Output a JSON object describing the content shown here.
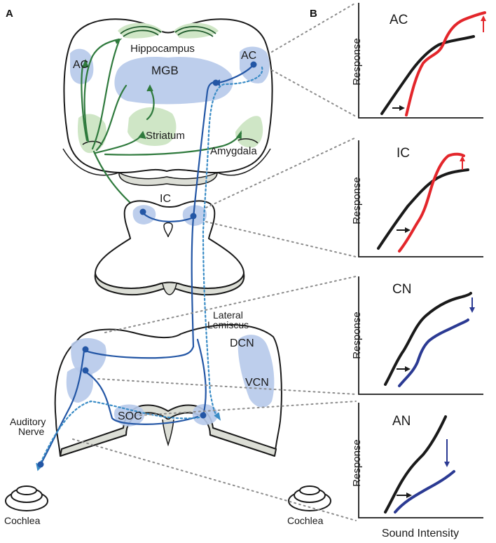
{
  "panels": {
    "a": "A",
    "b": "B"
  },
  "labels": {
    "hippocampus": "Hippocampus",
    "ac_left": "AC",
    "ac_right": "AC",
    "mgb": "MGB",
    "striatum": "Striatum",
    "amygdala": "Amygdala",
    "ic": "IC",
    "lateral": "Lateral",
    "lemiscus": "Lemiscus",
    "dcn": "DCN",
    "vcn": "VCN",
    "soc": "SOC",
    "auditory": "Auditory",
    "nerve": "Nerve",
    "cochlea_left": "Cochlea",
    "cochlea_right": "Cochlea"
  },
  "graphs": {
    "ylabel": "Response",
    "xlabel": "Sound Intensity",
    "items": [
      {
        "title": "AC",
        "changed_color": "#e3262b",
        "change": "threshold-up, gain-up"
      },
      {
        "title": "IC",
        "changed_color": "#e3262b",
        "change": "threshold-up, gain-up"
      },
      {
        "title": "CN",
        "changed_color": "#2b3a93",
        "change": "threshold-up, gain-down"
      },
      {
        "title": "AN",
        "changed_color": "#2b3a93",
        "change": "threshold-up, gain-down"
      }
    ]
  },
  "colors": {
    "auditory_pathway": "#2356a5",
    "efferent_dotted": "#3a8cc6",
    "limbic_pathway": "#2f7a3d",
    "auditory_regions": "#b6c9ea",
    "limbic_regions": "#cfe6c6",
    "increase": "#e3262b",
    "decrease": "#2b3a93"
  }
}
